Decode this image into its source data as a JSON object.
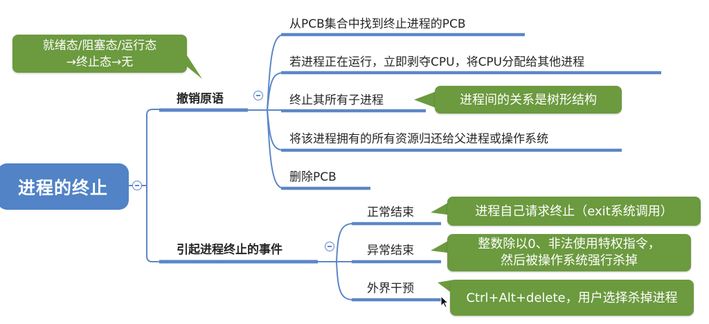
{
  "mindmap": {
    "root": {
      "label": "进程的终止",
      "color": "#5183c6"
    },
    "branches": [
      {
        "label": "撤销原语",
        "children": [
          {
            "label": "从PCB集合中找到终止进程的PCB"
          },
          {
            "label": "若进程正在运行，立即剥夺CPU，将CPU分配给其他进程"
          },
          {
            "label": "终止其所有子进程",
            "note": "进程间的关系是树形结构"
          },
          {
            "label": "将该进程拥有的所有资源归还给父进程或操作系统"
          },
          {
            "label": "删除PCB"
          }
        ]
      },
      {
        "label": "引起进程终止的事件",
        "children": [
          {
            "label": "正常结束",
            "note": "进程自己请求终止（exit系统调用）"
          },
          {
            "label": "异常结束",
            "note_line1": "整数除以0、非法使用特权指令，",
            "note_line2": "然后被操作系统强行杀掉"
          },
          {
            "label": "外界干预",
            "note": "Ctrl+Alt+delete，用户选择杀掉进程"
          }
        ]
      }
    ],
    "state_note": {
      "line1": "就绪态/阻塞态/运行态",
      "line2": "→终止态→无"
    },
    "colors": {
      "line": "#5b87c7",
      "callout": "#6c9a3f",
      "text": "#262626"
    }
  }
}
